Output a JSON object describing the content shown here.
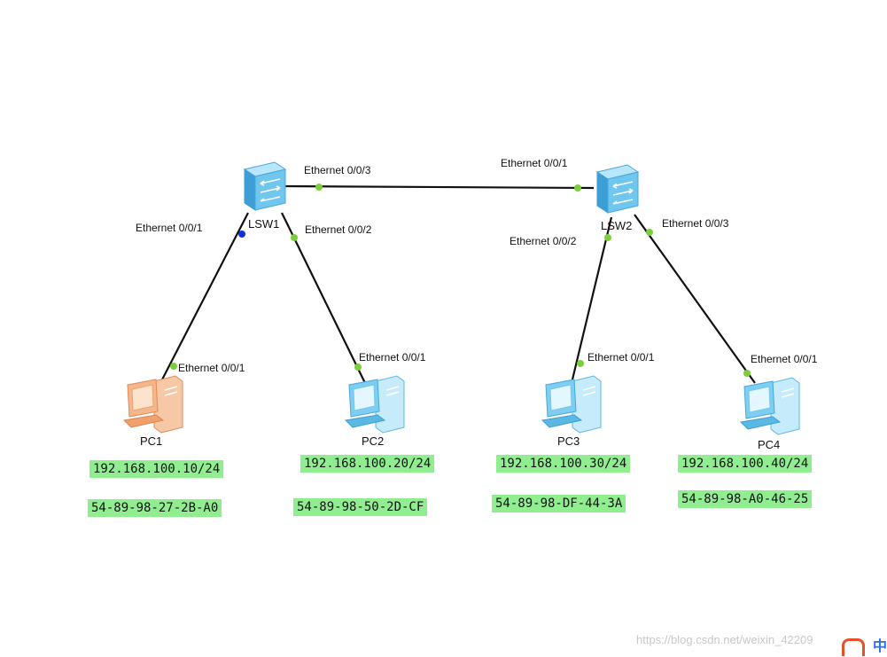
{
  "devices": {
    "lsw1": {
      "name": "LSW1"
    },
    "lsw2": {
      "name": "LSW2"
    },
    "pc1": {
      "name": "PC1",
      "ip": "192.168.100.10/24",
      "mac": "54-89-98-27-2B-A0"
    },
    "pc2": {
      "name": "PC2",
      "ip": "192.168.100.20/24",
      "mac": "54-89-98-50-2D-CF"
    },
    "pc3": {
      "name": "PC3",
      "ip": "192.168.100.30/24",
      "mac": "54-89-98-DF-44-3A"
    },
    "pc4": {
      "name": "PC4",
      "ip": "192.168.100.40/24",
      "mac": "54-89-98-A0-46-25"
    }
  },
  "ports": {
    "lsw1_e3": "Ethernet 0/0/3",
    "lsw1_e1": "Ethernet 0/0/1",
    "lsw1_e2": "Ethernet 0/0/2",
    "lsw2_e1": "Ethernet 0/0/1",
    "lsw2_e2": "Ethernet 0/0/2",
    "lsw2_e3": "Ethernet 0/0/3",
    "pc1_e1": "Ethernet 0/0/1",
    "pc2_e1": "Ethernet 0/0/1",
    "pc3_e1": "Ethernet 0/0/1",
    "pc4_e1": "Ethernet 0/0/1"
  },
  "colors": {
    "link": "#111111",
    "port_up": "#7dcf3a",
    "port_selected": "#1030e0",
    "tag_bg": "#90ee90",
    "switch_body": "#6fc6ee",
    "pc_normal": "#8fd8f4",
    "pc_selected": "#f2a878"
  },
  "watermark": "https://blog.csdn.net/weixin_42209"
}
